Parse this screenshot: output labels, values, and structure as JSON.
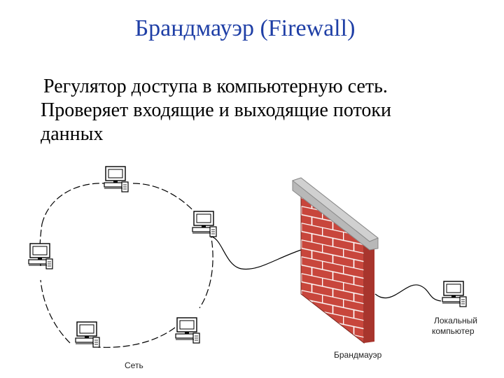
{
  "title": "Брандмауэр (Firewall)",
  "description": {
    "line1": "Регулятор доступа в компьютерную сеть.",
    "line2": "Проверяет входящие и выходящие потоки",
    "line3": "данных"
  },
  "labels": {
    "network": "Сеть",
    "firewall": "Брандмауэр",
    "local_computer_line1": "Локальный",
    "local_computer_line2": "компьютер"
  },
  "colors": {
    "title": "#1f3fa6",
    "brick": "#c8463c",
    "mortar": "#ffffff",
    "wall_top": "#b8b8b8"
  }
}
